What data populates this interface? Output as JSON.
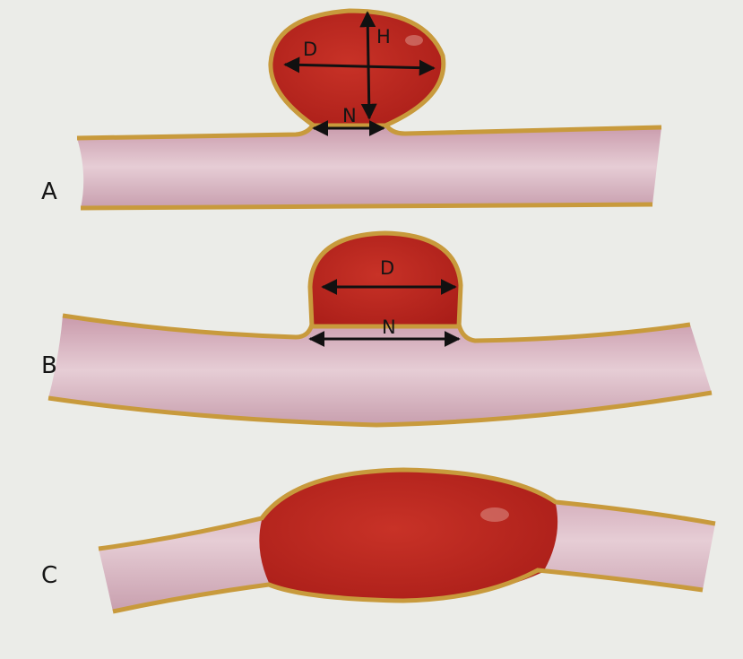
{
  "figure": {
    "panels": [
      {
        "id": "A",
        "label": "A",
        "measurements": [
          "D",
          "H",
          "N"
        ]
      },
      {
        "id": "B",
        "label": "B",
        "measurements": [
          "D",
          "N"
        ]
      },
      {
        "id": "C",
        "label": "C",
        "measurements": []
      }
    ],
    "measure_labels": {
      "a_d": "D",
      "a_h": "H",
      "a_n": "N",
      "b_d": "D",
      "b_n": "N"
    }
  },
  "colors": {
    "background": "#eaebe6",
    "vessel_wall": "#c89a3c",
    "vessel_lumen": "#d9b0bd",
    "aneurysm_blood": "#b8261f",
    "arrow": "#111111"
  }
}
